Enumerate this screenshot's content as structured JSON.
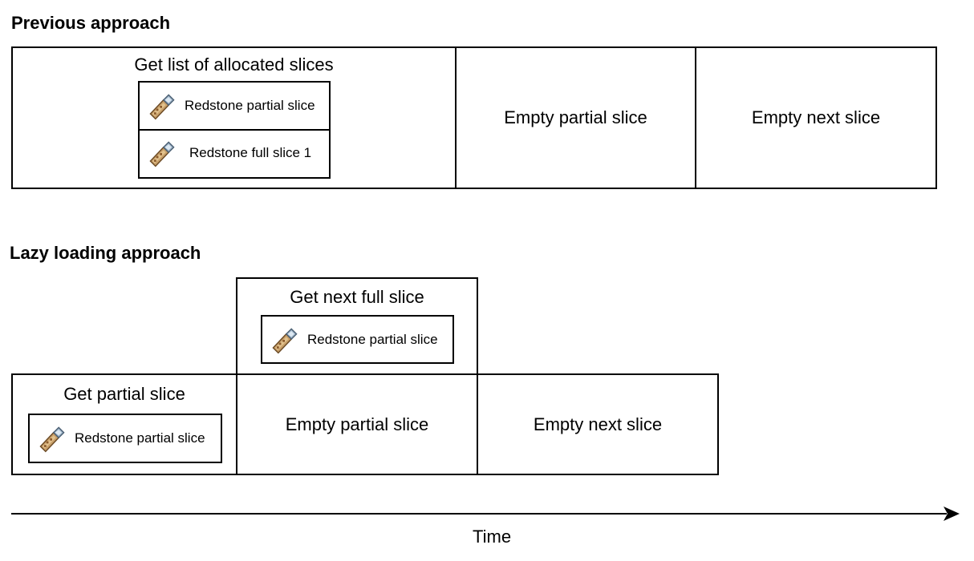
{
  "previous": {
    "heading": "Previous approach",
    "get_list_title": "Get list of allocated slices",
    "slices": [
      "Redstone partial slice",
      "Redstone full slice 1"
    ],
    "empty_partial": "Empty partial slice",
    "empty_next": "Empty next slice"
  },
  "lazy": {
    "heading": "Lazy loading approach",
    "get_next_full_title": "Get next full slice",
    "get_next_full_slice": "Redstone partial slice",
    "get_partial_title": "Get partial slice",
    "get_partial_slice": "Redstone partial slice",
    "empty_partial": "Empty partial slice",
    "empty_next": "Empty next slice"
  },
  "timeline": {
    "label": "Time"
  },
  "icons": {
    "slice_icon": "redstone-dust-icon"
  }
}
